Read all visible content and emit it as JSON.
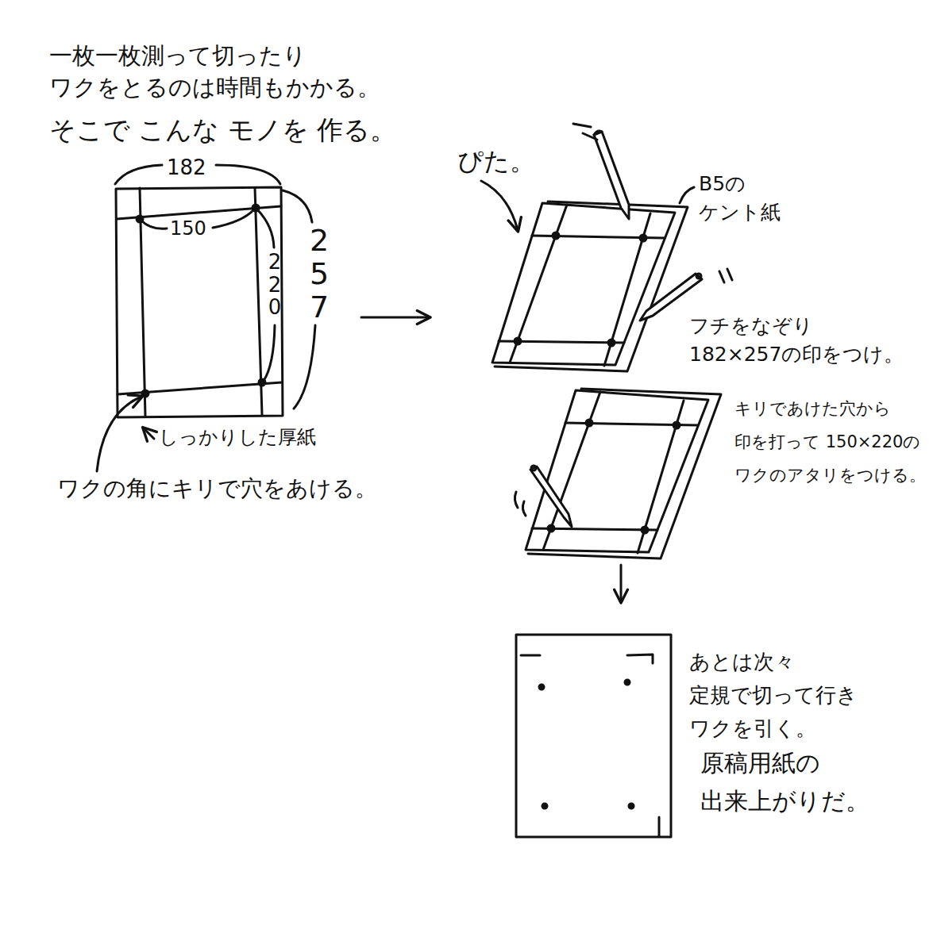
{
  "diagram": {
    "labels": [
      "一枚一枚測って切ったり ワクをとるのは時間もかかる。",
      "そこで こんな モノを 作る。",
      "182",
      "150",
      "220",
      "257",
      "しっかりした厚紙",
      "ワクの角にキリで穴をあける。",
      "ぴた。",
      "B5の ケント紙",
      "フチをなぞり 182×257の印をつけ。",
      "キリであけた穴から 印を打って 150×220の ワクのアタリをつける。",
      "あとは次々 定規で切って行き ワクを引く。",
      "原稿用紙の 出来上がりだ。"
    ]
  }
}
